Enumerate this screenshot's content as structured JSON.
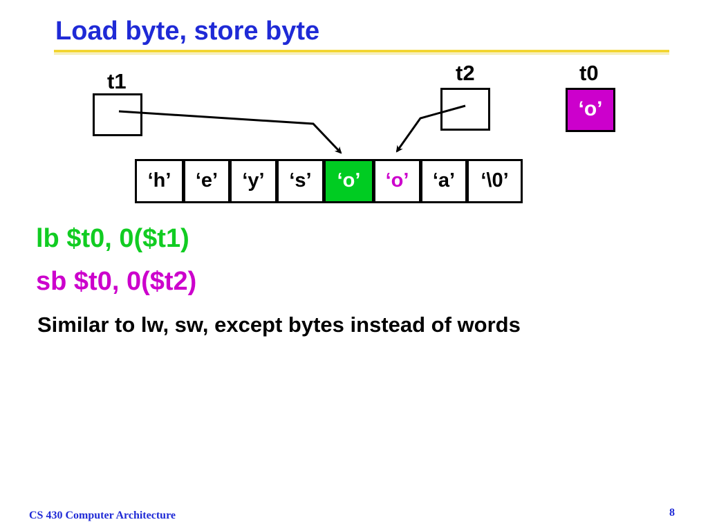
{
  "slide": {
    "title": "Load byte, store byte",
    "footer": "CS 430 Computer Architecture",
    "page_number": "8"
  },
  "registers": {
    "t1": {
      "label": "t1"
    },
    "t2": {
      "label": "t2"
    },
    "t0": {
      "label": "t0",
      "value": "‘o’"
    }
  },
  "memory": {
    "cells": [
      "‘h’",
      "‘e’",
      "‘y’",
      "‘s’",
      "‘o’",
      "‘o’",
      "‘a’",
      "‘\\0’"
    ],
    "load_index": 4,
    "store_index": 5
  },
  "code": {
    "lb": "lb $t0, 0($t1)",
    "sb": "sb $t0, 0($t2)"
  },
  "note": "Similar to lw, sw, except bytes instead of words",
  "colors": {
    "title": "#1f2ad6",
    "rule": "#f2d533",
    "load": "#00cc22",
    "store": "#cc00cc"
  }
}
